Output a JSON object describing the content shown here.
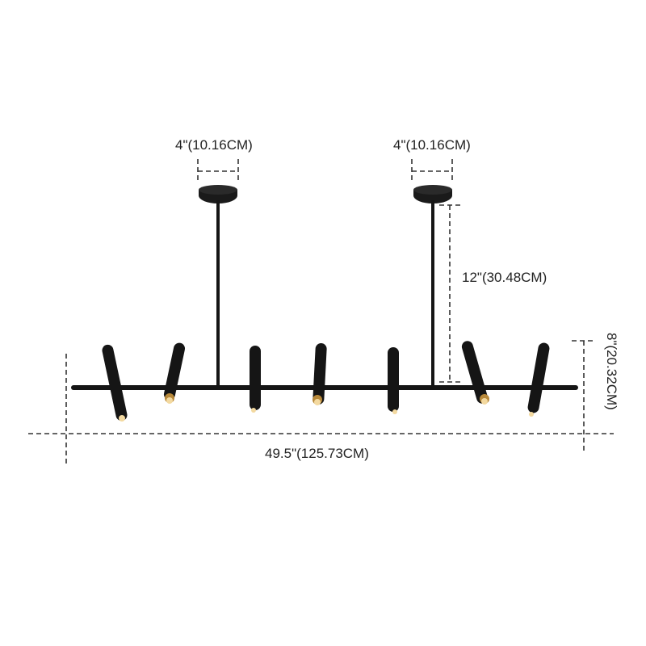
{
  "product": {
    "type": "linear chandelier",
    "light_count": 7,
    "colors": {
      "body": "#151515",
      "bulb_glow": "#f3d9a0",
      "brass_trim": "#b8893a",
      "dimension_lines": "#333333",
      "text": "#222222",
      "background": "#ffffff"
    }
  },
  "dimensions": {
    "canopy_left": {
      "label": "4\"(10.16CM)",
      "inches": 4,
      "cm": 10.16
    },
    "canopy_right": {
      "label": "4\"(10.16CM)",
      "inches": 4,
      "cm": 10.16
    },
    "rod_height": {
      "label": "12\"(30.48CM)",
      "inches": 12,
      "cm": 30.48
    },
    "fixture_height": {
      "label": "8\"(20.32CM)",
      "inches": 8,
      "cm": 20.32
    },
    "total_length": {
      "label": "49.5\"(125.73CM)",
      "inches": 49.5,
      "cm": 125.73
    }
  }
}
